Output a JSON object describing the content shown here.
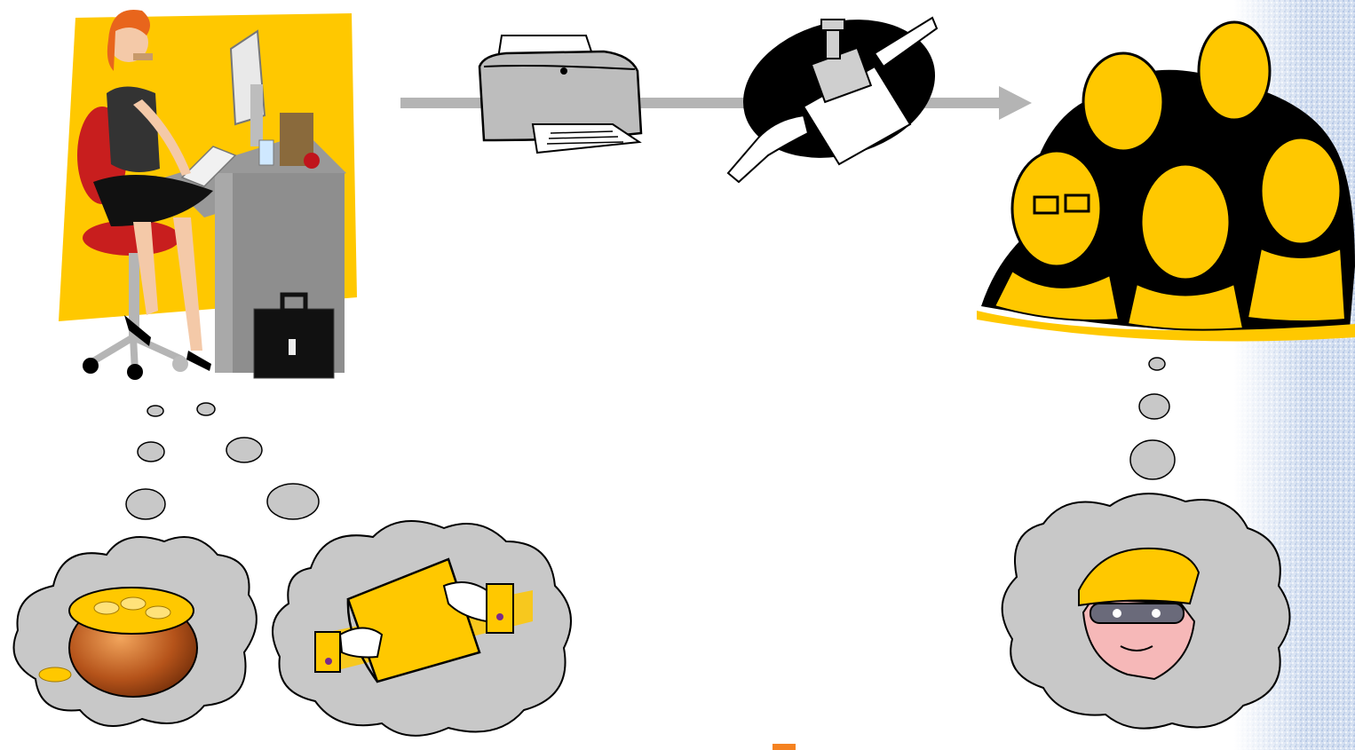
{
  "slide": {
    "labels": [],
    "colors": {
      "accent_yellow": "#FFC800",
      "accent_orange": "#F58220",
      "thought_bubble_gray": "#C8C8C8",
      "arrow_gray": "#B4B4B4",
      "outline": "#000000",
      "texture_blue": "#C9D8EE"
    },
    "icons": [
      "office-worker-at-desk",
      "printer",
      "rubber-stamp-document",
      "group-of-people",
      "pot-of-gold",
      "handing-over-document",
      "masked-thief"
    ]
  }
}
